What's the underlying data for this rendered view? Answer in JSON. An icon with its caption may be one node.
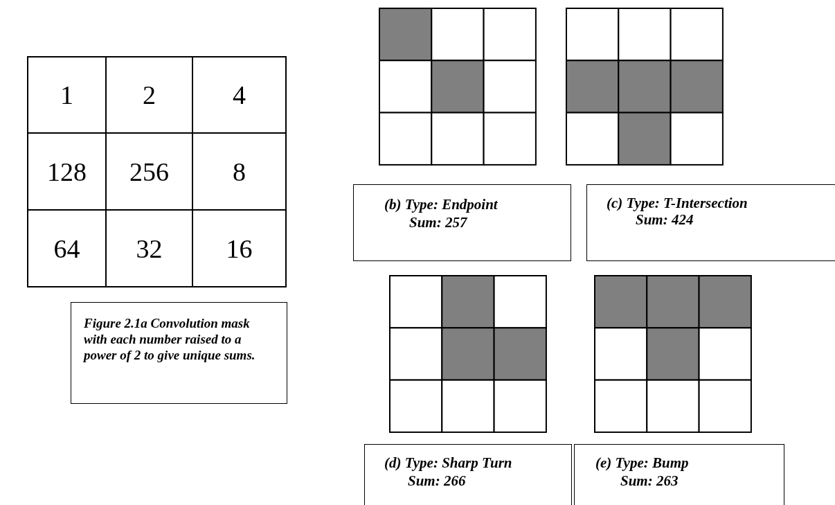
{
  "diagram": {
    "nodes": [
      {
        "text": [
          "Figure 2.1a  Convolution mask with each number raised to a power of 2 to give unique sums."
        ]
      },
      {
        "text": [
          "(b) Type: Endpoint",
          "Sum: 257"
        ]
      },
      {
        "text": [
          "(c) Type: T-Intersection",
          "Sum: 424"
        ]
      },
      {
        "text": [
          "(d) Type: Sharp Turn",
          "Sum: 266"
        ]
      },
      {
        "text": [
          "(e) Type: Bump",
          "Sum: 263"
        ]
      }
    ],
    "labels": [
      "1",
      "2",
      "4",
      "128",
      "256",
      "8",
      "64",
      "32",
      "16"
    ]
  }
}
